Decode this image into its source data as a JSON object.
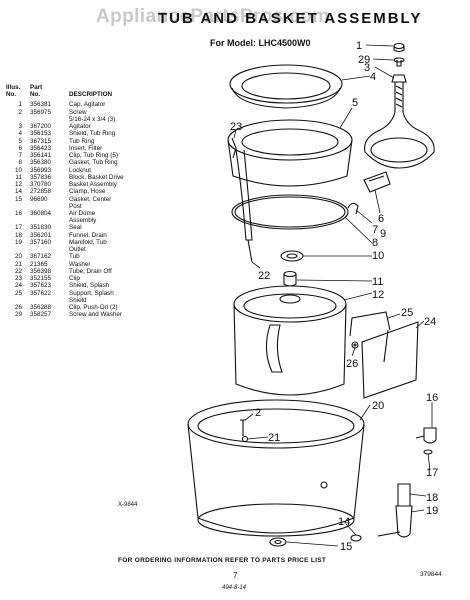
{
  "watermark": "AppliancePartsPros.com",
  "title": "TUB AND BASKET ASSEMBLY",
  "subtitle": "For Model: LHC4500W0",
  "table": {
    "headers": {
      "ill": "Illus.\nNo.",
      "part": "Part\nNo.",
      "desc": "DESCRIPTION"
    },
    "rows": [
      {
        "ill": "1",
        "part": "356381",
        "desc": "Cap, Agitator"
      },
      {
        "ill": "2",
        "part": "356975",
        "desc": "Screw\n5/16-24 x 3/4 (3)"
      },
      {
        "ill": "3",
        "part": "367200",
        "desc": "Agitator"
      },
      {
        "ill": "4",
        "part": "356153",
        "desc": "Shield, Tub Ring"
      },
      {
        "ill": "5",
        "part": "367315",
        "desc": "Tub Ring"
      },
      {
        "ill": "6",
        "part": "356423",
        "desc": "Insert, Filter"
      },
      {
        "ill": "7",
        "part": "356141",
        "desc": "Clip, Tub Ring (5)"
      },
      {
        "ill": "8",
        "part": "356380",
        "desc": "Gasket, Tub Ring"
      },
      {
        "ill": "10",
        "part": "356993",
        "desc": "Locknut"
      },
      {
        "ill": "11",
        "part": "357836",
        "desc": "Block, Basket Drive"
      },
      {
        "ill": "12",
        "part": "370780",
        "desc": "Basket Assembly"
      },
      {
        "ill": "14",
        "part": "272858",
        "desc": "Clamp, Hose"
      },
      {
        "ill": "15",
        "part": "96690",
        "desc": "Gasket, Center\nPost"
      },
      {
        "ill": "16",
        "part": "360804",
        "desc": "Air Dome\nAssembly"
      },
      {
        "ill": "17",
        "part": "351830",
        "desc": "Seal"
      },
      {
        "ill": "18",
        "part": "356201",
        "desc": "Funnel, Drain"
      },
      {
        "ill": "19",
        "part": "357160",
        "desc": "Manifold, Tub\nOutlet"
      },
      {
        "ill": "20",
        "part": "367162",
        "desc": "Tub"
      },
      {
        "ill": "21",
        "part": "21365",
        "desc": "Washer"
      },
      {
        "ill": "22",
        "part": "356398",
        "desc": "Tube, Drain Off"
      },
      {
        "ill": "23",
        "part": "352155",
        "desc": "Clip"
      },
      {
        "ill": "24",
        "part": "357623",
        "desc": "Shield, Splash"
      },
      {
        "ill": "25",
        "part": "357622",
        "desc": "Support, Splash\nShield"
      },
      {
        "ill": "26",
        "part": "356288",
        "desc": "Clip, Push-On (2)"
      },
      {
        "ill": "29",
        "part": "358257",
        "desc": "Screw and Washer"
      }
    ]
  },
  "callouts": [
    "1",
    "29",
    "3",
    "4",
    "5",
    "23",
    "6",
    "7",
    "8",
    "9",
    "10",
    "22",
    "11",
    "12",
    "25",
    "24",
    "26",
    "2",
    "21",
    "20",
    "16",
    "17",
    "18",
    "19",
    "14",
    "15"
  ],
  "footer": {
    "order_info": "FOR ORDERING INFORMATION REFER TO PARTS PRICE LIST",
    "page": "7",
    "code_left": "X-9844",
    "code_right": "379844",
    "handwritten": "494-8-14"
  }
}
